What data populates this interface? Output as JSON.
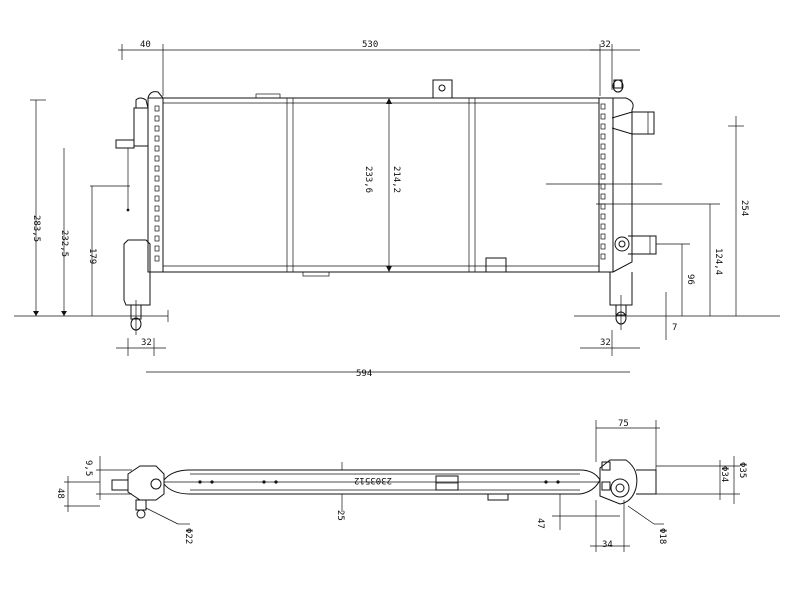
{
  "dimensions": {
    "top_left_width": "40",
    "core_width": "530",
    "top_right_width": "32",
    "overall_height": "283,5",
    "height_232": "232,5",
    "height_179": "179",
    "core_height": "233,6",
    "core_height_2": "214,2",
    "right_height_254": "254",
    "right_height_124": "124,4",
    "right_height_96": "96",
    "right_small_7": "7",
    "bottom_left_32": "32",
    "bottom_right_32": "32",
    "overall_width": "594",
    "side_9_5": "9,5",
    "side_48": "48",
    "side_phi22": "Φ22",
    "side_25": "25",
    "side_47": "47",
    "side_34": "34",
    "side_phi18": "Φ18",
    "side_75": "75",
    "side_phi34": "Φ34",
    "side_phi35": "Φ35"
  },
  "part_number": "2303512"
}
